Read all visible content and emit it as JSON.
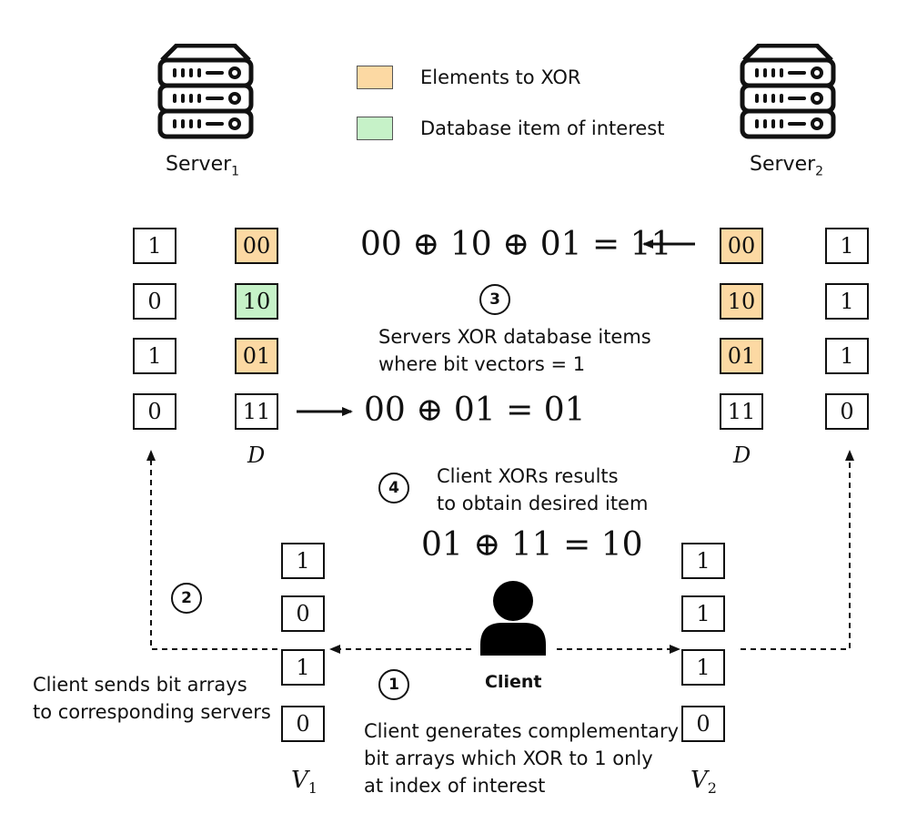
{
  "legend": {
    "xor_elements": "Elements to XOR",
    "item_of_interest": "Database item of interest"
  },
  "servers": {
    "server1_name": "Server",
    "server1_sub": "1",
    "server2_name": "Server",
    "server2_sub": "2"
  },
  "server1": {
    "bits": [
      "1",
      "0",
      "1",
      "0"
    ],
    "database": [
      "00",
      "10",
      "01",
      "11"
    ],
    "db_label": "D"
  },
  "server2": {
    "database": [
      "00",
      "10",
      "01",
      "11"
    ],
    "bits": [
      "1",
      "1",
      "1",
      "0"
    ],
    "db_label": "D"
  },
  "client": {
    "v1": [
      "1",
      "0",
      "1",
      "0"
    ],
    "v2": [
      "1",
      "1",
      "1",
      "0"
    ],
    "v1_label": "V",
    "v1_sub": "1",
    "v2_label": "V",
    "v2_sub": "2",
    "label": "Client"
  },
  "equations": {
    "server2_result": "00 ⊕ 10 ⊕ 01 = 11",
    "server1_result": "00 ⊕ 01 = 01",
    "client_result": "01 ⊕ 11 = 10"
  },
  "steps": {
    "step1_num": "1",
    "step1_text_line1": "Client generates complementary",
    "step1_text_line2": "bit arrays which XOR to 1 only",
    "step1_text_line3": "at index of interest",
    "step2_num": "2",
    "step2_text_line1": "Client sends bit arrays",
    "step2_text_line2": "to corresponding servers",
    "step3_num": "3",
    "step3_text_line1": "Servers XOR database items",
    "step3_text_line2": "where bit vectors = 1",
    "step4_num": "4",
    "step4_text_line1": "Client XORs results",
    "step4_text_line2": "to obtain desired item"
  },
  "colors": {
    "xor_highlight": "#fcd9a3",
    "interest_highlight": "#c6f2c8"
  }
}
